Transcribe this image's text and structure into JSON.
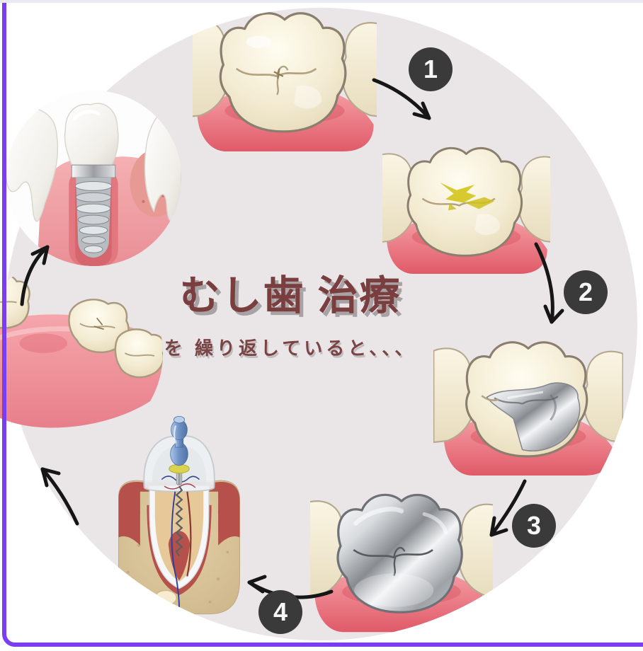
{
  "page": {
    "type": "dental-infographic",
    "language": "ja"
  },
  "title": {
    "text": "むし歯 治療",
    "subtitle": "を 繰り返していると、、、"
  },
  "steps": [
    {
      "number": "1",
      "from": "healthy-tooth",
      "to": "tooth-with-caries"
    },
    {
      "number": "2",
      "from": "tooth-with-caries",
      "to": "tooth-with-silver-filling"
    },
    {
      "number": "3",
      "from": "tooth-with-silver-filling",
      "to": "tooth-with-silver-crown"
    },
    {
      "number": "4",
      "from": "tooth-with-silver-crown",
      "to": "root-canal-treatment"
    }
  ],
  "illustrations": [
    {
      "id": "healthy-tooth",
      "desc": "healthy molar on pink gum"
    },
    {
      "id": "tooth-with-caries",
      "desc": "molar with yellow decay in grooves"
    },
    {
      "id": "tooth-with-silver-filling",
      "desc": "molar with large silver inlay"
    },
    {
      "id": "tooth-with-silver-crown",
      "desc": "molar fully covered by silver crown"
    },
    {
      "id": "root-canal-treatment",
      "desc": "cross-section of tooth with endodontic file"
    },
    {
      "id": "missing-tooth",
      "desc": "gum ridge with missing tooth gap"
    },
    {
      "id": "dental-implant",
      "desc": "implant screw with crown between teeth"
    }
  ],
  "colors": {
    "frame": "#7b3df0",
    "circle_bg": "#eae6e8",
    "title_text": "#7a3e3e",
    "title_shadow": "#a8a2a5",
    "badge_bg": "#3a3a3a",
    "badge_text": "#f7f7f7",
    "arrow": "#161616",
    "gum_pink": "#ef8e96",
    "tooth_cream": "#f3ecd8",
    "decay_yellow": "#d2c51e",
    "silver": "#b9bdc2",
    "bone_tan": "#d8c29b",
    "file_handle_blue": "#86a6d6"
  }
}
